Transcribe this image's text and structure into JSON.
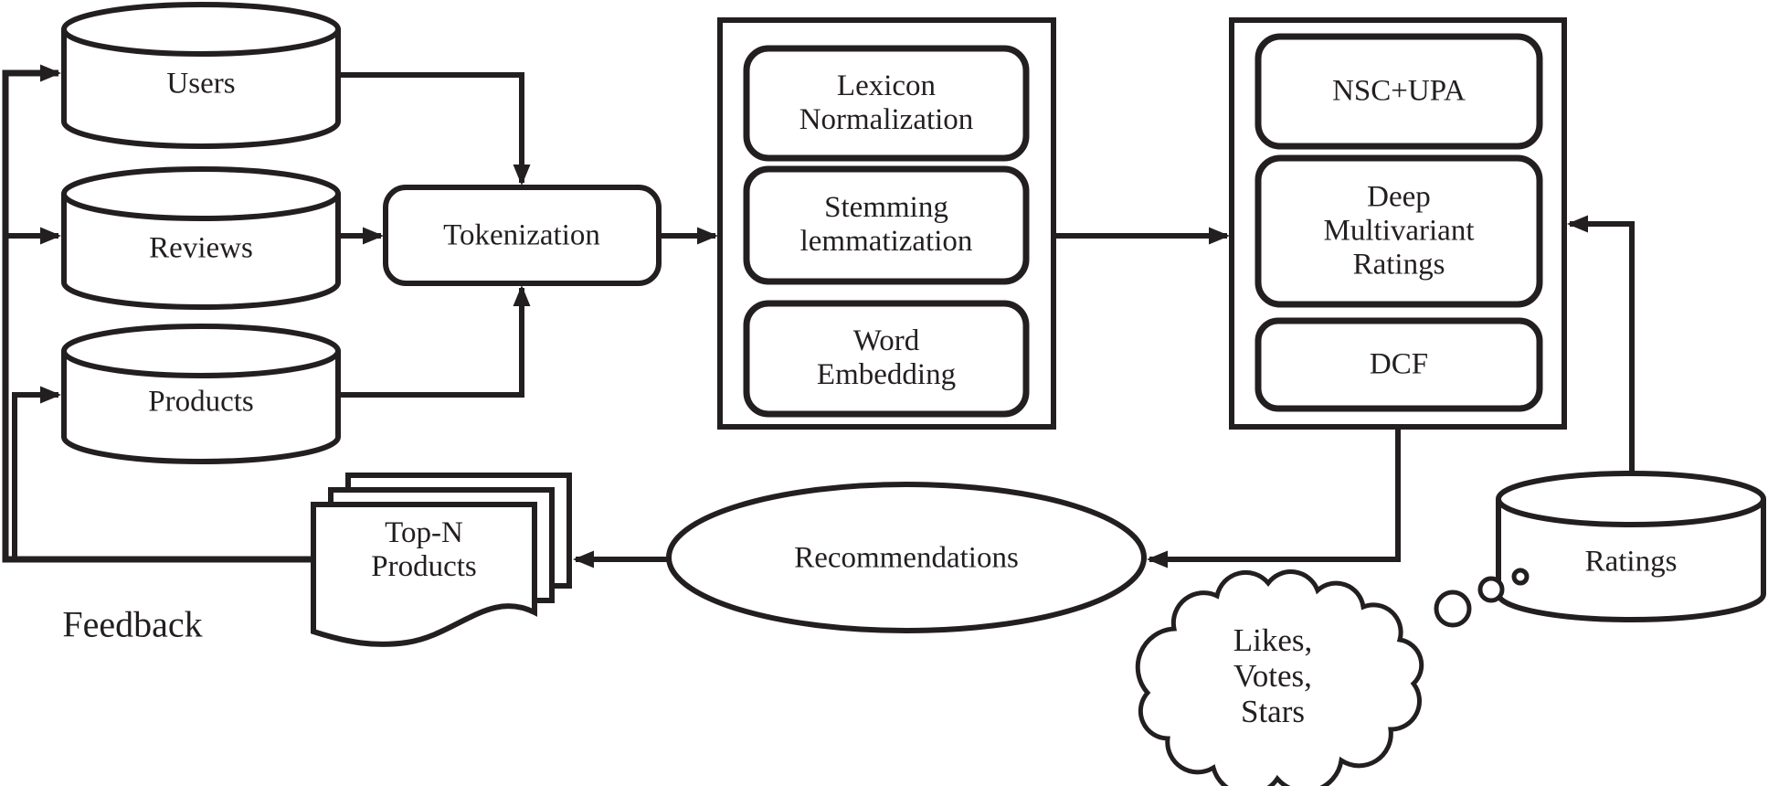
{
  "figure": {
    "databases": {
      "users": "Users",
      "reviews": "Reviews",
      "products": "Products",
      "ratings": "Ratings"
    },
    "tokenization": "Tokenization",
    "preprocessing": {
      "lexicon_normalization": "Lexicon\nNormalization",
      "stemming_lemmatization": "Stemming\nlemmatization",
      "word_embedding": "Word\nEmbedding"
    },
    "models": {
      "nsc_upa": "NSC+UPA",
      "deep_multivariant_ratings": "Deep\nMultivariant\nRatings",
      "dcf": "DCF"
    },
    "recommendations": "Recommendations",
    "top_n_products": "Top-N\nProducts",
    "feedback": "Feedback",
    "cloud": "Likes,\nVotes,\nStars",
    "colors": {
      "ink": "#231f20",
      "background": "#ffffff"
    }
  }
}
